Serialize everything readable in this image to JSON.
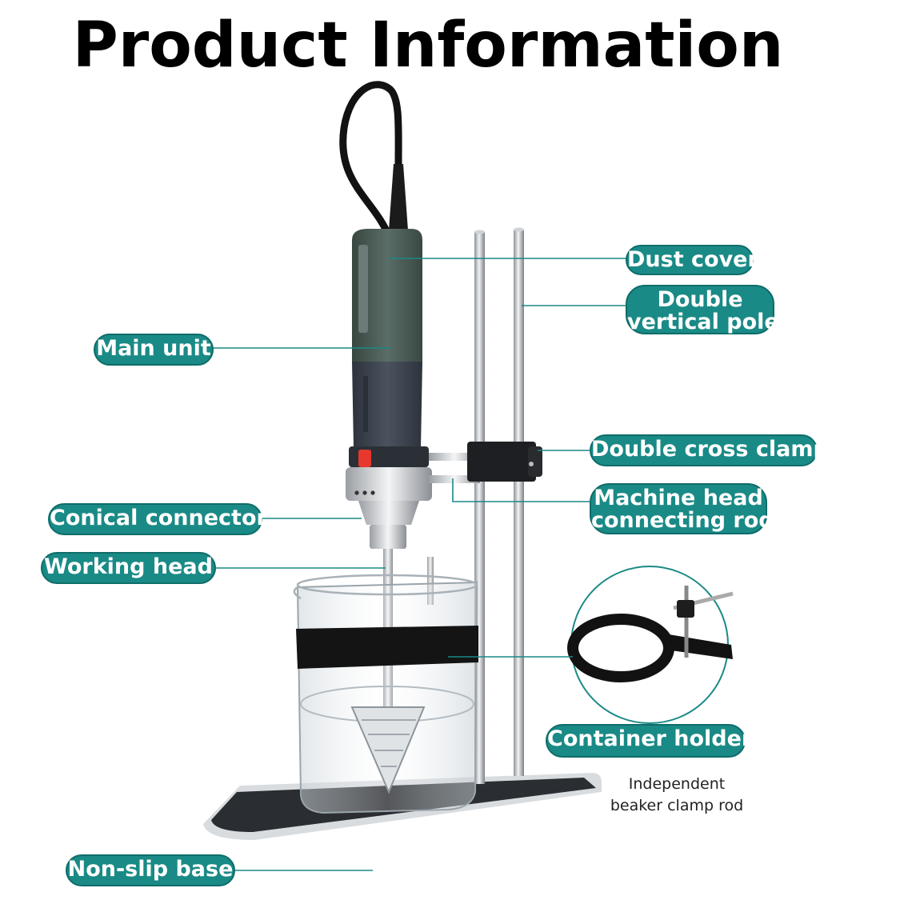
{
  "title": "Product Information",
  "colors": {
    "label_bg": "#1a8a86",
    "leader_line": "#1a8a86",
    "body_dark": "#3b4450",
    "body_green": "#4b5c58",
    "switch_red": "#e8382d",
    "base_mat": "#2a2d31"
  },
  "labels": {
    "dust_cover": "Dust cover",
    "vertical_pole_1": "Double",
    "vertical_pole_2": "vertical pole",
    "main_unit": "Main unit",
    "cross_clamp": "Double cross clamp",
    "connecting_rod_1": "Machine head",
    "connecting_rod_2": "connecting rod",
    "conical_connector": "Conical connector",
    "working_head": "Working head",
    "container_holder": "Container holder",
    "beaker_rod_1": "Independent",
    "beaker_rod_2": "beaker clamp rod",
    "non_slip_base": "Non-slip base"
  }
}
